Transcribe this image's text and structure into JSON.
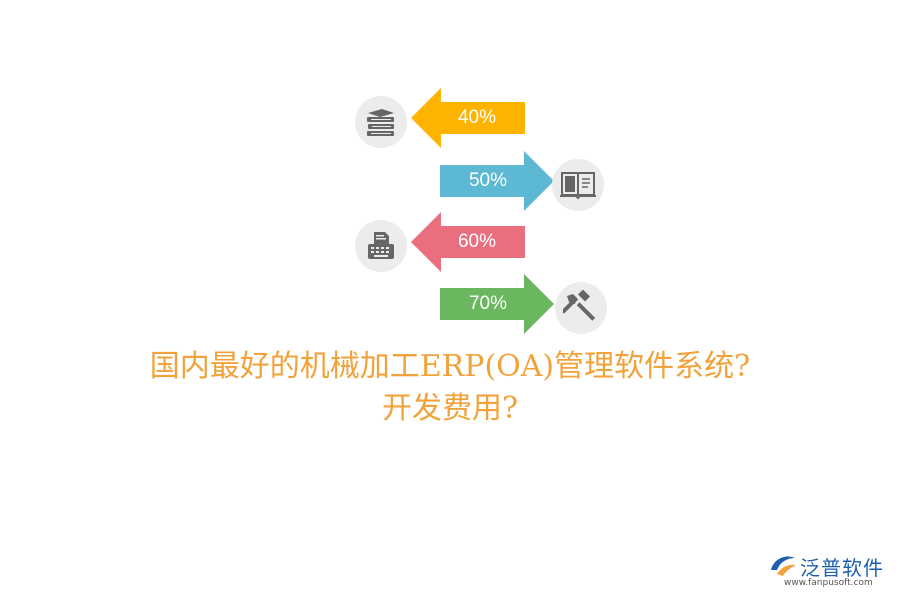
{
  "rows": [
    {
      "label": "40%",
      "color": "#fdb300",
      "direction": "left",
      "icon": "books-icon"
    },
    {
      "label": "50%",
      "color": "#5cb8d3",
      "direction": "right",
      "icon": "open-book-icon"
    },
    {
      "label": "60%",
      "color": "#e96f7e",
      "direction": "left",
      "icon": "typewriter-icon"
    },
    {
      "label": "70%",
      "color": "#6ab75f",
      "direction": "right",
      "icon": "tools-icon"
    }
  ],
  "title": {
    "line1": "国内最好的机械加工ERP(OA)管理软件系统?",
    "line2": "开发费用?"
  },
  "logo": {
    "name": "泛普软件",
    "url": "www.fanpusoft.com",
    "color": "#1d5fae"
  }
}
